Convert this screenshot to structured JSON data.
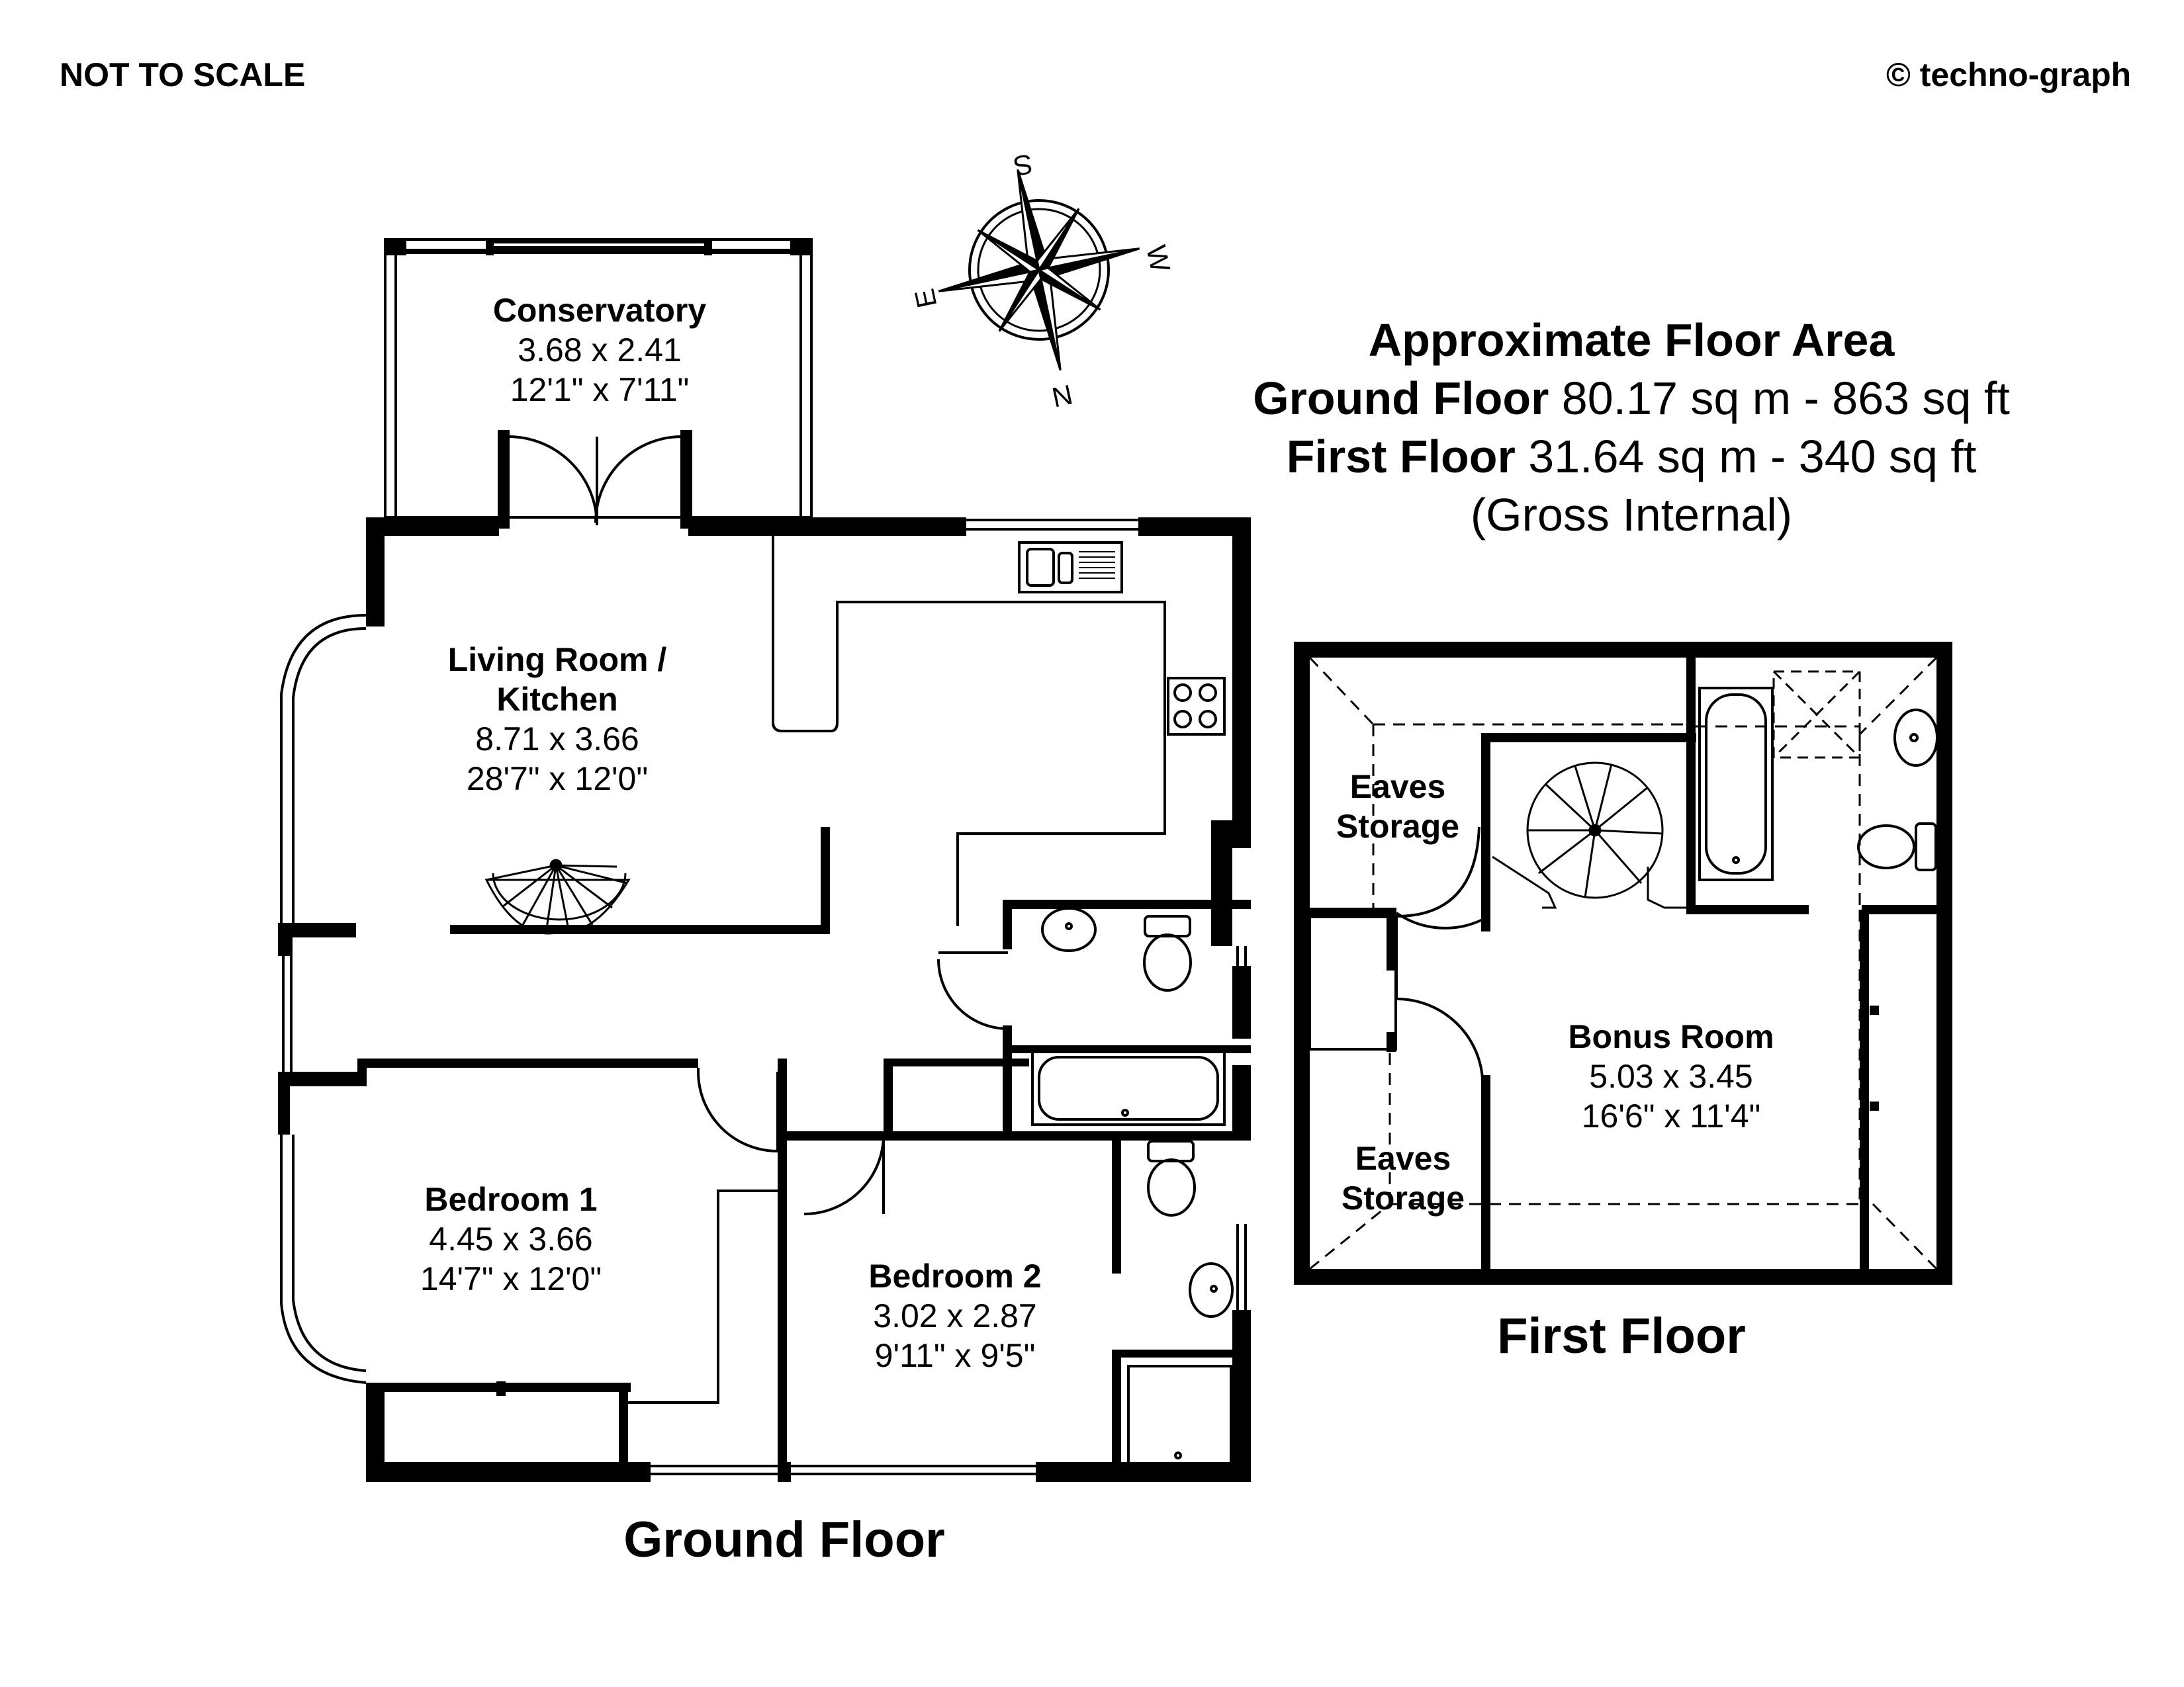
{
  "header": {
    "scale_note": "NOT TO SCALE",
    "copyright": "© techno-graph"
  },
  "area_summary": {
    "title": "Approximate Floor Area",
    "ground_label": "Ground Floor",
    "ground_value": "80.17 sq m - 863 sq ft",
    "first_label": "First Floor",
    "first_value": "31.64 sq m - 340 sq ft",
    "note": "(Gross Internal)"
  },
  "compass": {
    "s": "S",
    "w": "W",
    "e": "E",
    "n": "N"
  },
  "ground_floor": {
    "label": "Ground Floor",
    "rooms": {
      "conservatory": {
        "name": "Conservatory",
        "metric": "3.68 x 2.41",
        "imperial": "12'1\" x 7'11\""
      },
      "living_kitchen": {
        "name_line1": "Living Room /",
        "name_line2": "Kitchen",
        "metric": "8.71 x 3.66",
        "imperial": "28'7\" x 12'0\""
      },
      "bedroom1": {
        "name": "Bedroom 1",
        "metric": "4.45 x 3.66",
        "imperial": "14'7\" x 12'0\""
      },
      "bedroom2": {
        "name": "Bedroom 2",
        "metric": "3.02 x 2.87",
        "imperial": "9'11\" x 9'5\""
      }
    }
  },
  "first_floor": {
    "label": "First Floor",
    "rooms": {
      "eaves_upper": {
        "name_line1": "Eaves",
        "name_line2": "Storage"
      },
      "eaves_lower": {
        "name_line1": "Eaves",
        "name_line2": "Storage"
      },
      "bonus": {
        "name": "Bonus Room",
        "metric": "5.03 x 3.45",
        "imperial": "16'6\" x 11'4\""
      }
    }
  }
}
